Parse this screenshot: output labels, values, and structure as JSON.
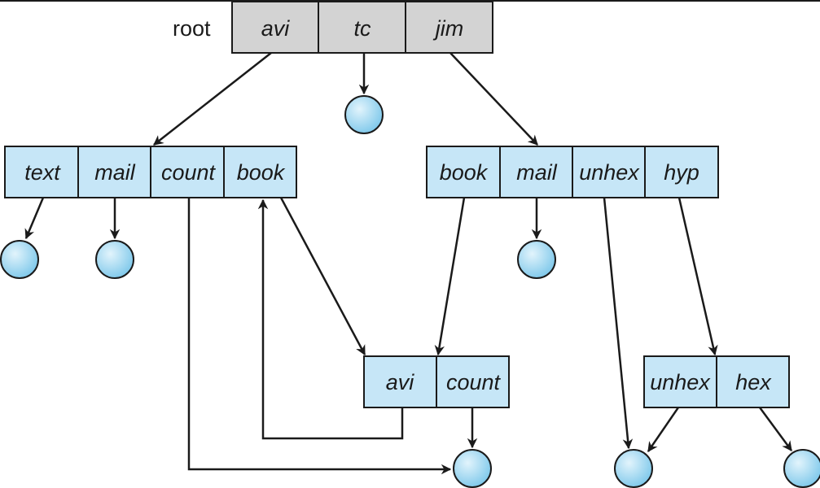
{
  "title": "Acyclic-graph directory structure",
  "root_label": "root",
  "colors": {
    "root_fill": "#d3d3d3",
    "dir_fill": "#c6e6f7",
    "stroke": "#1a1a1a",
    "file_fill": "#8fd0ee",
    "file_highlight": "#e2f4fc"
  },
  "directories": [
    {
      "id": "root",
      "entries": [
        "avi",
        "tc",
        "jim"
      ],
      "is_root": true
    },
    {
      "id": "avi-dir",
      "entries": [
        "text",
        "mail",
        "count",
        "book"
      ]
    },
    {
      "id": "jim-dir",
      "entries": [
        "book",
        "mail",
        "unhex",
        "hyp"
      ]
    },
    {
      "id": "shared-book-dir",
      "entries": [
        "avi",
        "count"
      ]
    },
    {
      "id": "hyp-dir",
      "entries": [
        "unhex",
        "hex"
      ]
    }
  ],
  "files": [
    {
      "id": "tc-file"
    },
    {
      "id": "avi-text-file"
    },
    {
      "id": "avi-mail-file"
    },
    {
      "id": "jim-mail-file"
    },
    {
      "id": "count-file"
    },
    {
      "id": "unhex-file"
    },
    {
      "id": "hex-file"
    }
  ],
  "links": [
    {
      "from": "root.avi",
      "to": "avi-dir"
    },
    {
      "from": "root.tc",
      "to": "tc-file"
    },
    {
      "from": "root.jim",
      "to": "jim-dir"
    },
    {
      "from": "avi-dir.text",
      "to": "avi-text-file"
    },
    {
      "from": "avi-dir.mail",
      "to": "avi-mail-file"
    },
    {
      "from": "avi-dir.count",
      "to": "count-file"
    },
    {
      "from": "avi-dir.book",
      "to": "shared-book-dir"
    },
    {
      "from": "jim-dir.book",
      "to": "shared-book-dir"
    },
    {
      "from": "jim-dir.mail",
      "to": "jim-mail-file"
    },
    {
      "from": "jim-dir.unhex",
      "to": "unhex-file"
    },
    {
      "from": "jim-dir.hyp",
      "to": "hyp-dir"
    },
    {
      "from": "shared-book-dir.avi",
      "to": "avi-dir.book"
    },
    {
      "from": "shared-book-dir.count",
      "to": "count-file"
    },
    {
      "from": "hyp-dir.unhex",
      "to": "unhex-file"
    },
    {
      "from": "hyp-dir.hex",
      "to": "hex-file"
    }
  ]
}
